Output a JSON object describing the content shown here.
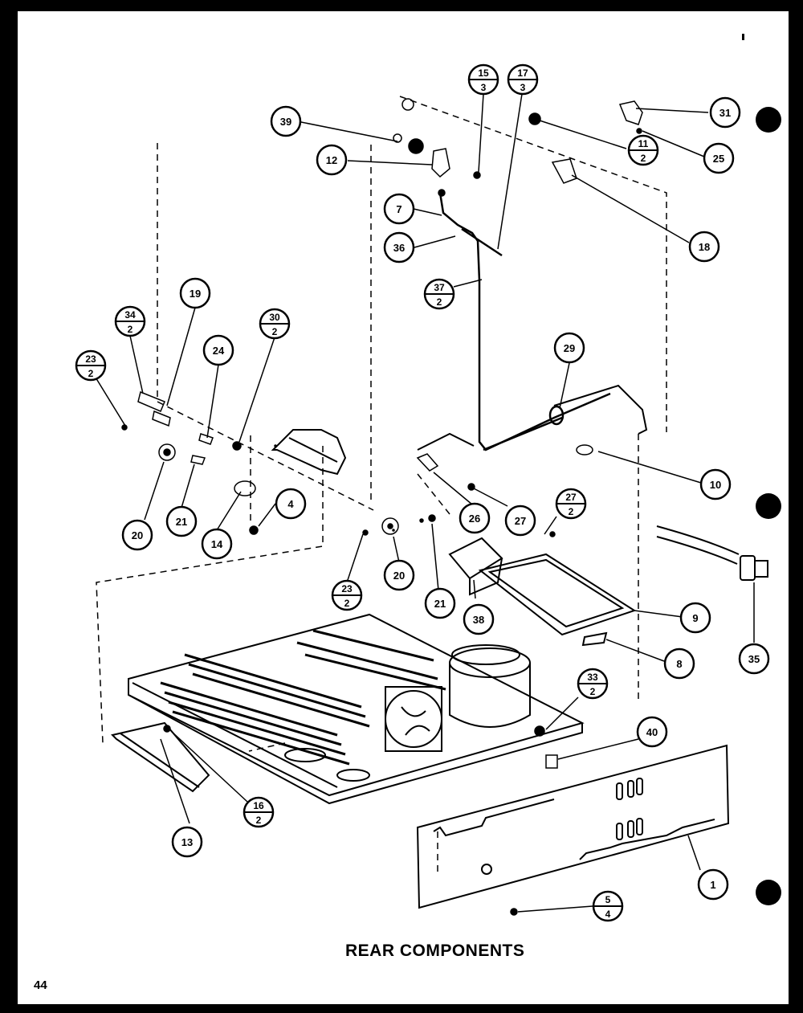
{
  "title": "REAR COMPONENTS",
  "page_number": "44",
  "callouts": [
    {
      "id": "1",
      "num": "1"
    },
    {
      "id": "4",
      "num": "4"
    },
    {
      "id": "5-4",
      "num": "5",
      "qty": "4"
    },
    {
      "id": "7",
      "num": "7"
    },
    {
      "id": "8",
      "num": "8"
    },
    {
      "id": "9",
      "num": "9"
    },
    {
      "id": "10",
      "num": "10"
    },
    {
      "id": "11-2",
      "num": "11",
      "qty": "2"
    },
    {
      "id": "12",
      "num": "12"
    },
    {
      "id": "13",
      "num": "13"
    },
    {
      "id": "14",
      "num": "14"
    },
    {
      "id": "15-3",
      "num": "15",
      "qty": "3"
    },
    {
      "id": "16-2",
      "num": "16",
      "qty": "2"
    },
    {
      "id": "17-3",
      "num": "17",
      "qty": "3"
    },
    {
      "id": "18",
      "num": "18"
    },
    {
      "id": "19",
      "num": "19"
    },
    {
      "id": "20a",
      "num": "20"
    },
    {
      "id": "20b",
      "num": "20"
    },
    {
      "id": "21a",
      "num": "21"
    },
    {
      "id": "21b",
      "num": "21"
    },
    {
      "id": "23-2a",
      "num": "23",
      "qty": "2"
    },
    {
      "id": "23-2b",
      "num": "23",
      "qty": "2"
    },
    {
      "id": "24",
      "num": "24"
    },
    {
      "id": "25",
      "num": "25"
    },
    {
      "id": "26",
      "num": "26"
    },
    {
      "id": "27",
      "num": "27"
    },
    {
      "id": "27-2",
      "num": "27",
      "qty": "2"
    },
    {
      "id": "29",
      "num": "29"
    },
    {
      "id": "30-2",
      "num": "30",
      "qty": "2"
    },
    {
      "id": "31",
      "num": "31"
    },
    {
      "id": "33-2",
      "num": "33",
      "qty": "2"
    },
    {
      "id": "34-2",
      "num": "34",
      "qty": "2"
    },
    {
      "id": "35",
      "num": "35"
    },
    {
      "id": "36",
      "num": "36"
    },
    {
      "id": "37-2",
      "num": "37",
      "qty": "2"
    },
    {
      "id": "38",
      "num": "38"
    },
    {
      "id": "39",
      "num": "39"
    },
    {
      "id": "40",
      "num": "40"
    }
  ]
}
